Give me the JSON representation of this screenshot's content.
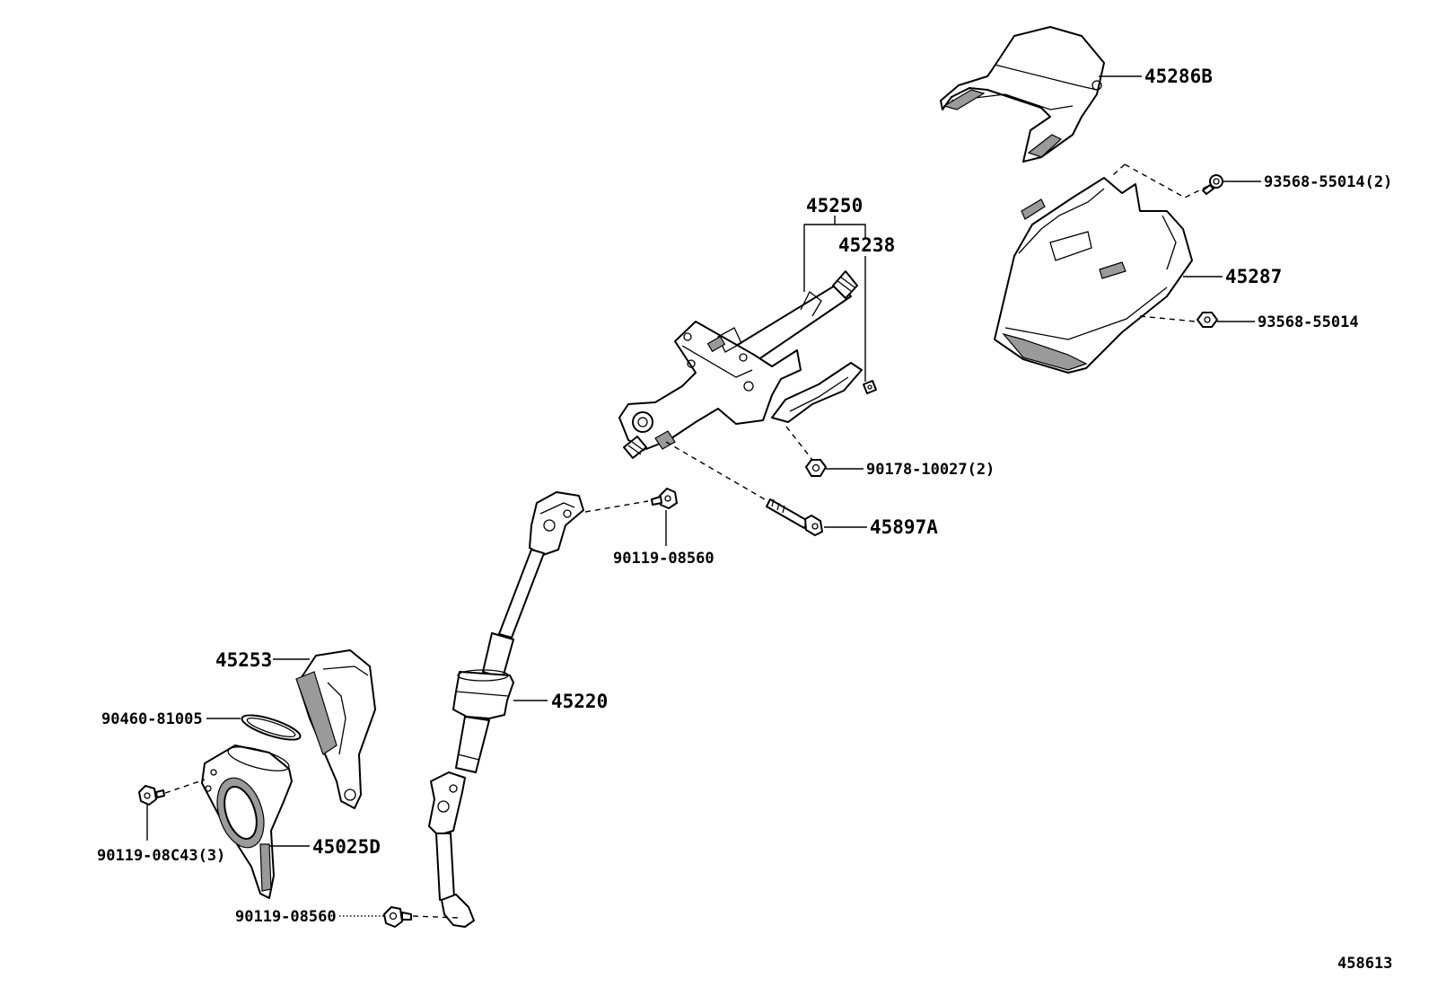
{
  "diagram": {
    "footer_code": "458613",
    "labels": {
      "cover_upper": "45286B",
      "screw_cover_2": "93568-55014(2)",
      "cover_lower": "45287",
      "screw_cover_1": "93568-55014",
      "column_assy": "45250",
      "column_sub": "45238",
      "nut": "90178-10027(2)",
      "bolt_long": "45897A",
      "bolt_joint_upper": "90119-08560",
      "intermediate_shaft": "45220",
      "boot_seal": "45253",
      "grommet": "90460-81005",
      "hole_cover": "45025D",
      "bolt_hole_cover": "90119-08C43(3)",
      "bolt_joint_lower": "90119-08560"
    }
  }
}
